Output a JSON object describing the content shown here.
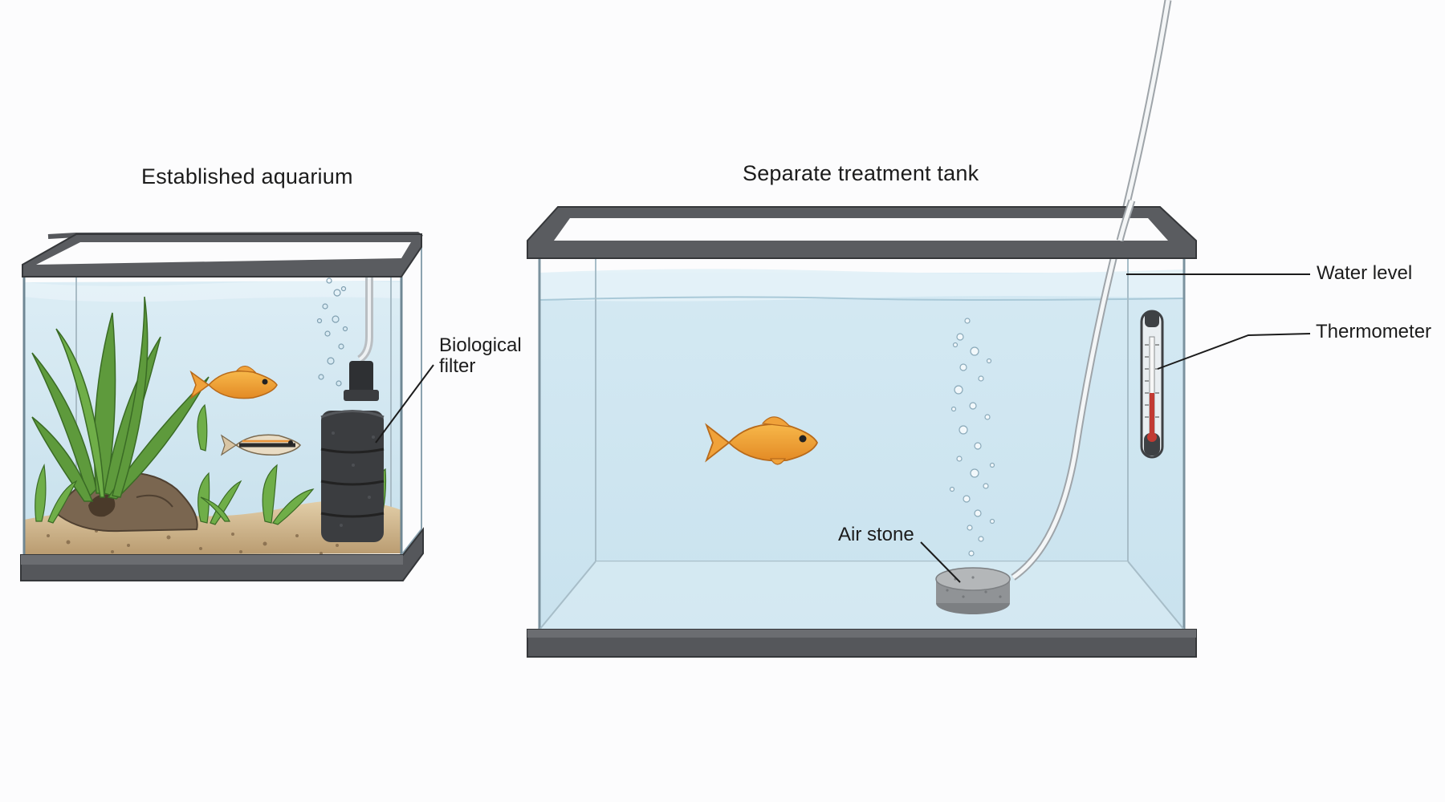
{
  "titles": {
    "left": "Established aquarium",
    "right": "Separate treatment tank"
  },
  "callouts": {
    "biological_filter_line1": "Biological",
    "biological_filter_line2": "filter",
    "water_level": "Water level",
    "thermometer": "Thermometer",
    "air_stone": "Air stone"
  },
  "colors": {
    "frame": "#4a4c50",
    "water": "#cfe6f1",
    "sand": "#d9c19a",
    "plant": "#5e9a3c",
    "fish": "#f2a23a",
    "filter": "#3b3d40",
    "stone": "#9a9c9e"
  },
  "icons": {
    "fish": "fish-icon",
    "filter": "sponge-filter-icon",
    "thermometer": "thermometer-icon",
    "air_stone": "air-stone-icon"
  }
}
